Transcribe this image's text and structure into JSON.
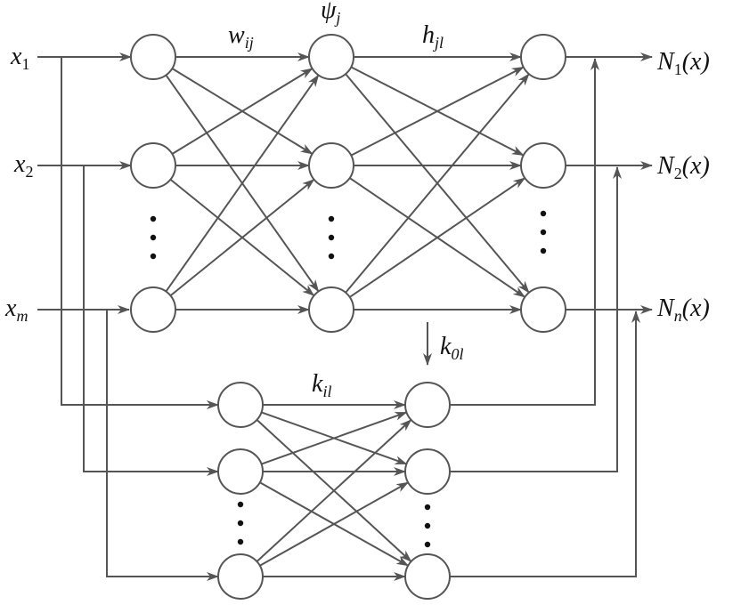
{
  "diagram": {
    "type": "neural-network",
    "inputs": [
      {
        "name": "x",
        "sub": "1",
        "sub_italic": false
      },
      {
        "name": "x",
        "sub": "2",
        "sub_italic": false
      },
      {
        "name": "x",
        "sub": "m",
        "sub_italic": true
      }
    ],
    "outputs": [
      {
        "name": "N",
        "sub": "1",
        "sub_italic": false,
        "arg": "(x)"
      },
      {
        "name": "N",
        "sub": "2",
        "sub_italic": false,
        "arg": "(x)"
      },
      {
        "name": "N",
        "sub": "n",
        "sub_italic": true,
        "arg": "(x)"
      }
    ],
    "weight_labels": {
      "input_hidden": {
        "main": "w",
        "sub": "ij"
      },
      "hidden_activation": {
        "main": "ψ",
        "sub": "j"
      },
      "hidden_output": {
        "main": "h",
        "sub": "jl"
      },
      "direct": {
        "main": "k",
        "sub": "il"
      },
      "bias": {
        "main": "k",
        "sub": "0l"
      }
    },
    "layers": {
      "input_nodes": 3,
      "hidden_nodes": 3,
      "output_nodes": 3,
      "direct_input_nodes": 3,
      "direct_output_nodes": 3
    },
    "ellipsis": "⋮",
    "colors": {
      "line": "#555555",
      "node_fill": "#ffffff",
      "text": "#111111",
      "dot": "#111111"
    }
  }
}
